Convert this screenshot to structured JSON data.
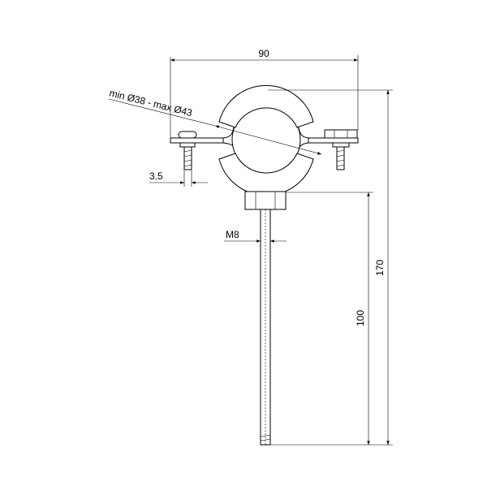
{
  "dimensions": {
    "width": "90",
    "pipe_range": "min Ø38 - max Ø43",
    "screw_diameter": "3.5",
    "thread": "M8",
    "rod_length": "100",
    "total_height": "170"
  }
}
